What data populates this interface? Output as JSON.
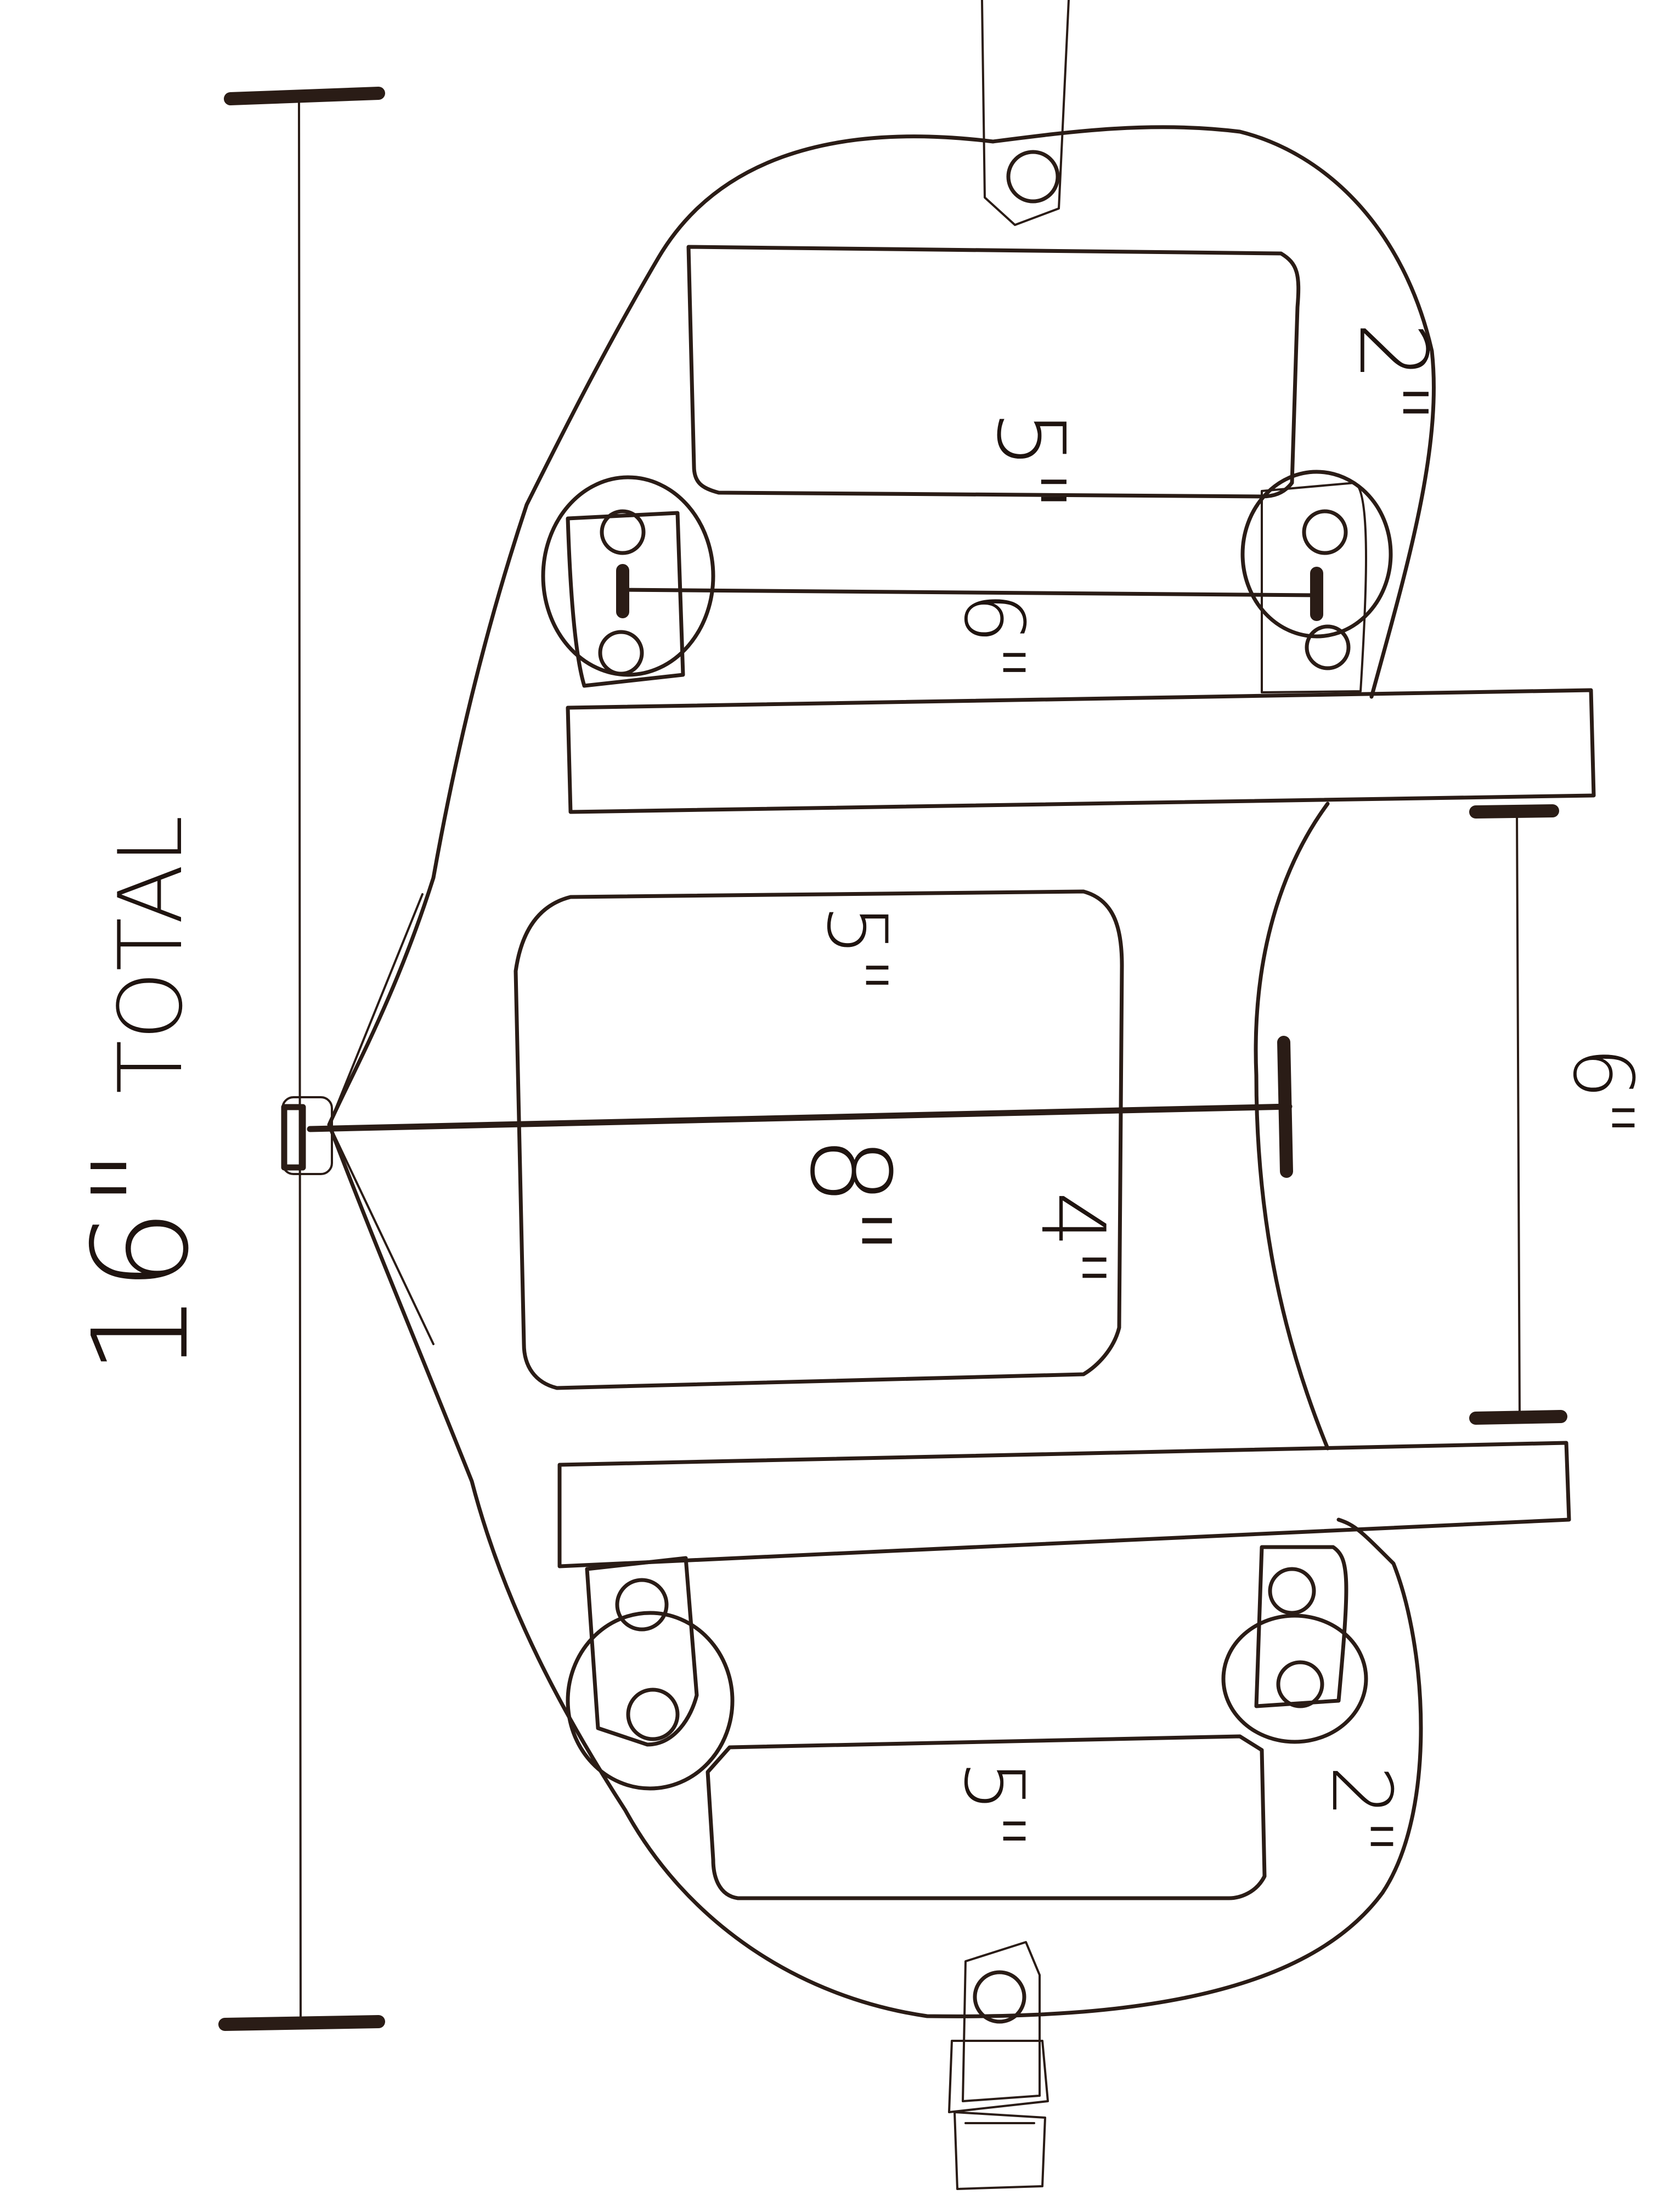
{
  "labels": {
    "total_word": "TOTAL",
    "total_value": "16\"",
    "top_pocket_height": "2\"",
    "top_pocket_width": "5\"",
    "top_strap_spacing": "6\"",
    "center_pocket_width": "5\"",
    "center_pocket_length": "8\"",
    "center_pocket_depth": "4\"",
    "center_opening": "6\"",
    "bottom_pocket_width": "5\"",
    "bottom_pocket_height": "2\""
  },
  "colors": {
    "ink": "#2a1c16",
    "paper": "#ffffff"
  }
}
